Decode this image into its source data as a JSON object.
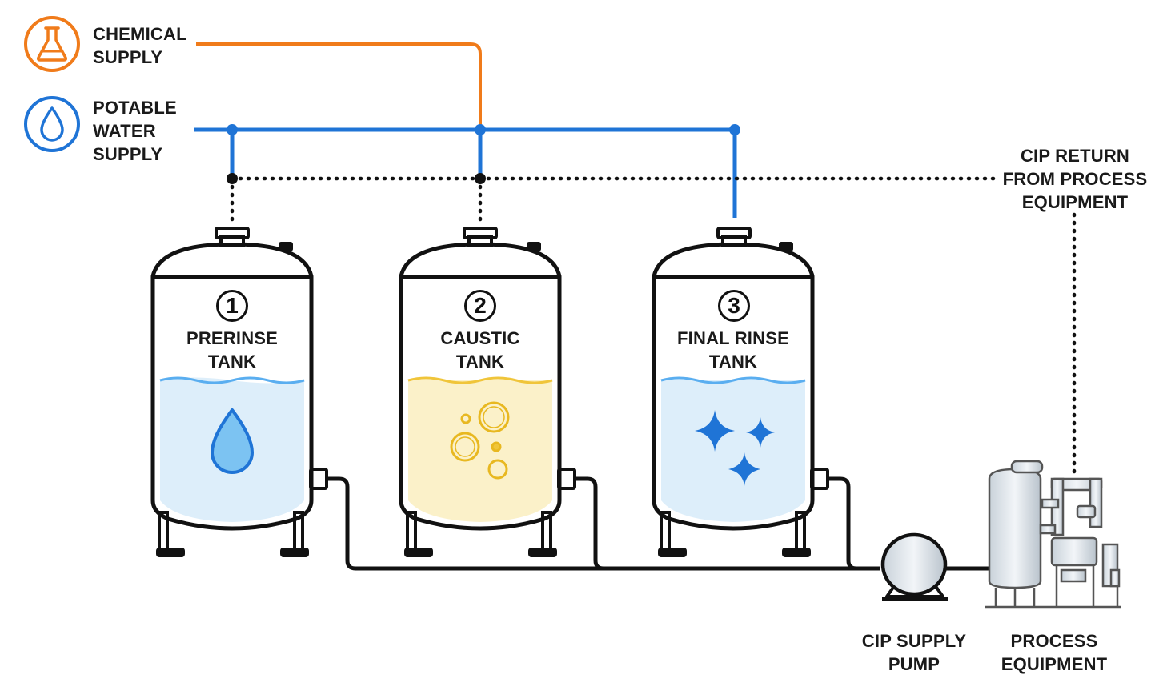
{
  "supplies": {
    "chemical": {
      "label_line1": "CHEMICAL",
      "label_line2": "SUPPLY",
      "color": "#f07b1a",
      "icon": "flask-icon"
    },
    "water": {
      "label_line1": "POTABLE",
      "label_line2": "WATER",
      "label_line3": "SUPPLY",
      "color": "#1f74d6",
      "icon": "water-drop-icon"
    }
  },
  "tanks": [
    {
      "number": "1",
      "name_line1": "PRERINSE",
      "name_line2": "TANK",
      "liquid_color": "#ddeefa",
      "surface_color": "#5aaef0",
      "icon": "water-drop-icon"
    },
    {
      "number": "2",
      "name_line1": "CAUSTIC",
      "name_line2": "TANK",
      "liquid_color": "#fbf1c9",
      "surface_color": "#f0c53a",
      "icon": "bubbles-icon"
    },
    {
      "number": "3",
      "name_line1": "FINAL RINSE",
      "name_line2": "TANK",
      "liquid_color": "#ddeefa",
      "surface_color": "#5aaef0",
      "icon": "sparkles-icon"
    }
  ],
  "return_line": {
    "label_line1": "CIP RETURN",
    "label_line2": "FROM PROCESS",
    "label_line3": "EQUIPMENT"
  },
  "pump": {
    "label_line1": "CIP SUPPLY",
    "label_line2": "PUMP"
  },
  "equipment": {
    "label_line1": "PROCESS",
    "label_line2": "EQUIPMENT"
  },
  "colors": {
    "chemical_line": "#f07b1a",
    "water_line": "#1f74d6",
    "supply_line": "#111111",
    "return_line": "#111111"
  }
}
